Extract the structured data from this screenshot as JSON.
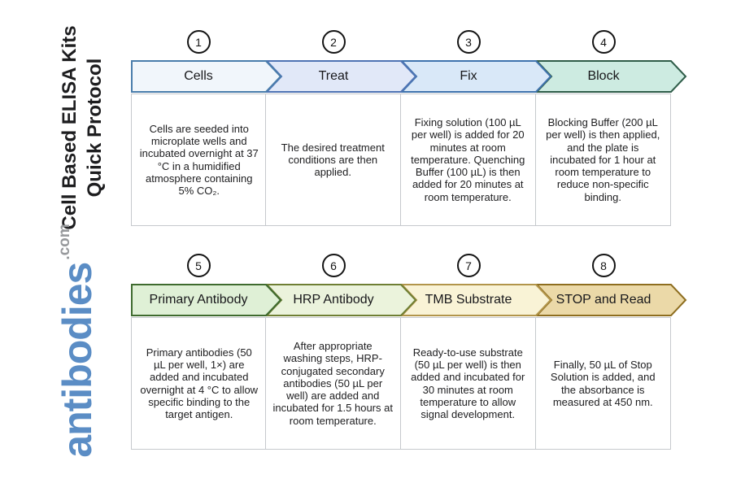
{
  "title": {
    "line1": "Cell Based ELISA Kits",
    "line2": "Quick Protocol"
  },
  "logo": {
    "name": "antibodies",
    "tld": ".com",
    "name_color": "#5b8dc5",
    "tld_color": "#97999c"
  },
  "steps": [
    {
      "number": "1",
      "label": "Cells",
      "fill": "#f1f6fb",
      "border": "#4a7dab",
      "description": "Cells are seeded into microplate wells and incubated overnight at 37 °C in a humidified atmosphere containing 5% CO₂."
    },
    {
      "number": "2",
      "label": "Treat",
      "fill": "#e1e8f8",
      "border": "#4f74b4",
      "description": "The desired treatment conditions are then applied."
    },
    {
      "number": "3",
      "label": "Fix",
      "fill": "#d9e8f8",
      "border": "#3f73ad",
      "description": "Fixing solution (100 µL per well) is added for 20 minutes at room temperature. Quenching Buffer (100 µL) is then added for 20 minutes at room temperature."
    },
    {
      "number": "4",
      "label": "Block",
      "fill": "#cdebe1",
      "border": "#2f5d49",
      "description": "Blocking Buffer (200 µL per well) is then applied, and the plate is incubated for 1 hour at room temperature to reduce non-specific binding."
    },
    {
      "number": "5",
      "label": "Primary Antibody",
      "fill": "#dff0d6",
      "border": "#3f6b2f",
      "description": "Primary antibodies (50 µL per well, 1×) are added and incubated overnight at 4 °C to allow specific binding to the target antigen."
    },
    {
      "number": "6",
      "label": "HRP Antibody",
      "fill": "#ebf3dc",
      "border": "#6f7f34",
      "description": "After appropriate washing steps, HRP-conjugated secondary antibodies (50 µL per well) are added and incubated for 1.5 hours at room temperature."
    },
    {
      "number": "7",
      "label": "TMB Substrate",
      "fill": "#f9f3d6",
      "border": "#b2954b",
      "description": "Ready-to-use substrate (50 µL per well) is then added and incubated for 30 minutes at room temperature to allow signal development."
    },
    {
      "number": "8",
      "label": "STOP and Read",
      "fill": "#ebd9a8",
      "border": "#8e6e20",
      "description": "Finally, 50 µL of Stop Solution is added, and the absorbance is measured at 450 nm."
    }
  ]
}
